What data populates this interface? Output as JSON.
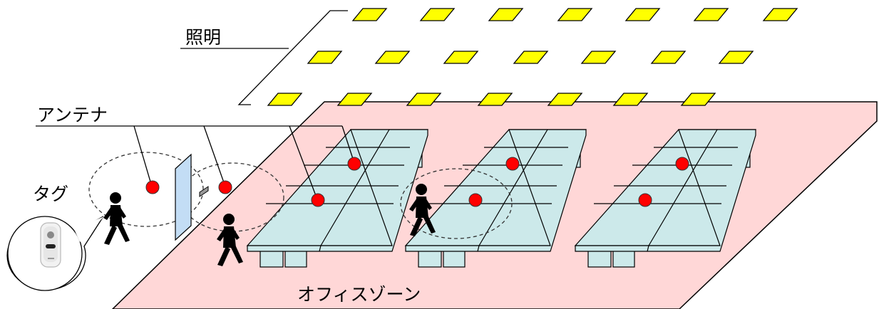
{
  "labels": {
    "lighting": "照明",
    "antenna": "アンテナ",
    "tag": "タグ",
    "office_zone": "オフィスゾーン"
  },
  "colors": {
    "floor": "#ffd7d7",
    "light_fill": "#ffff00",
    "desk_fill": "#cce9ea",
    "antenna_dot": "#ff0000",
    "door_fill": "#c3ddf5",
    "person": "#000000",
    "line": "#000000"
  },
  "icons": {
    "person": "person-walking-icon",
    "antenna": "antenna-dot-icon",
    "tag": "rfid-tag-icon",
    "light": "ceiling-light-icon"
  }
}
